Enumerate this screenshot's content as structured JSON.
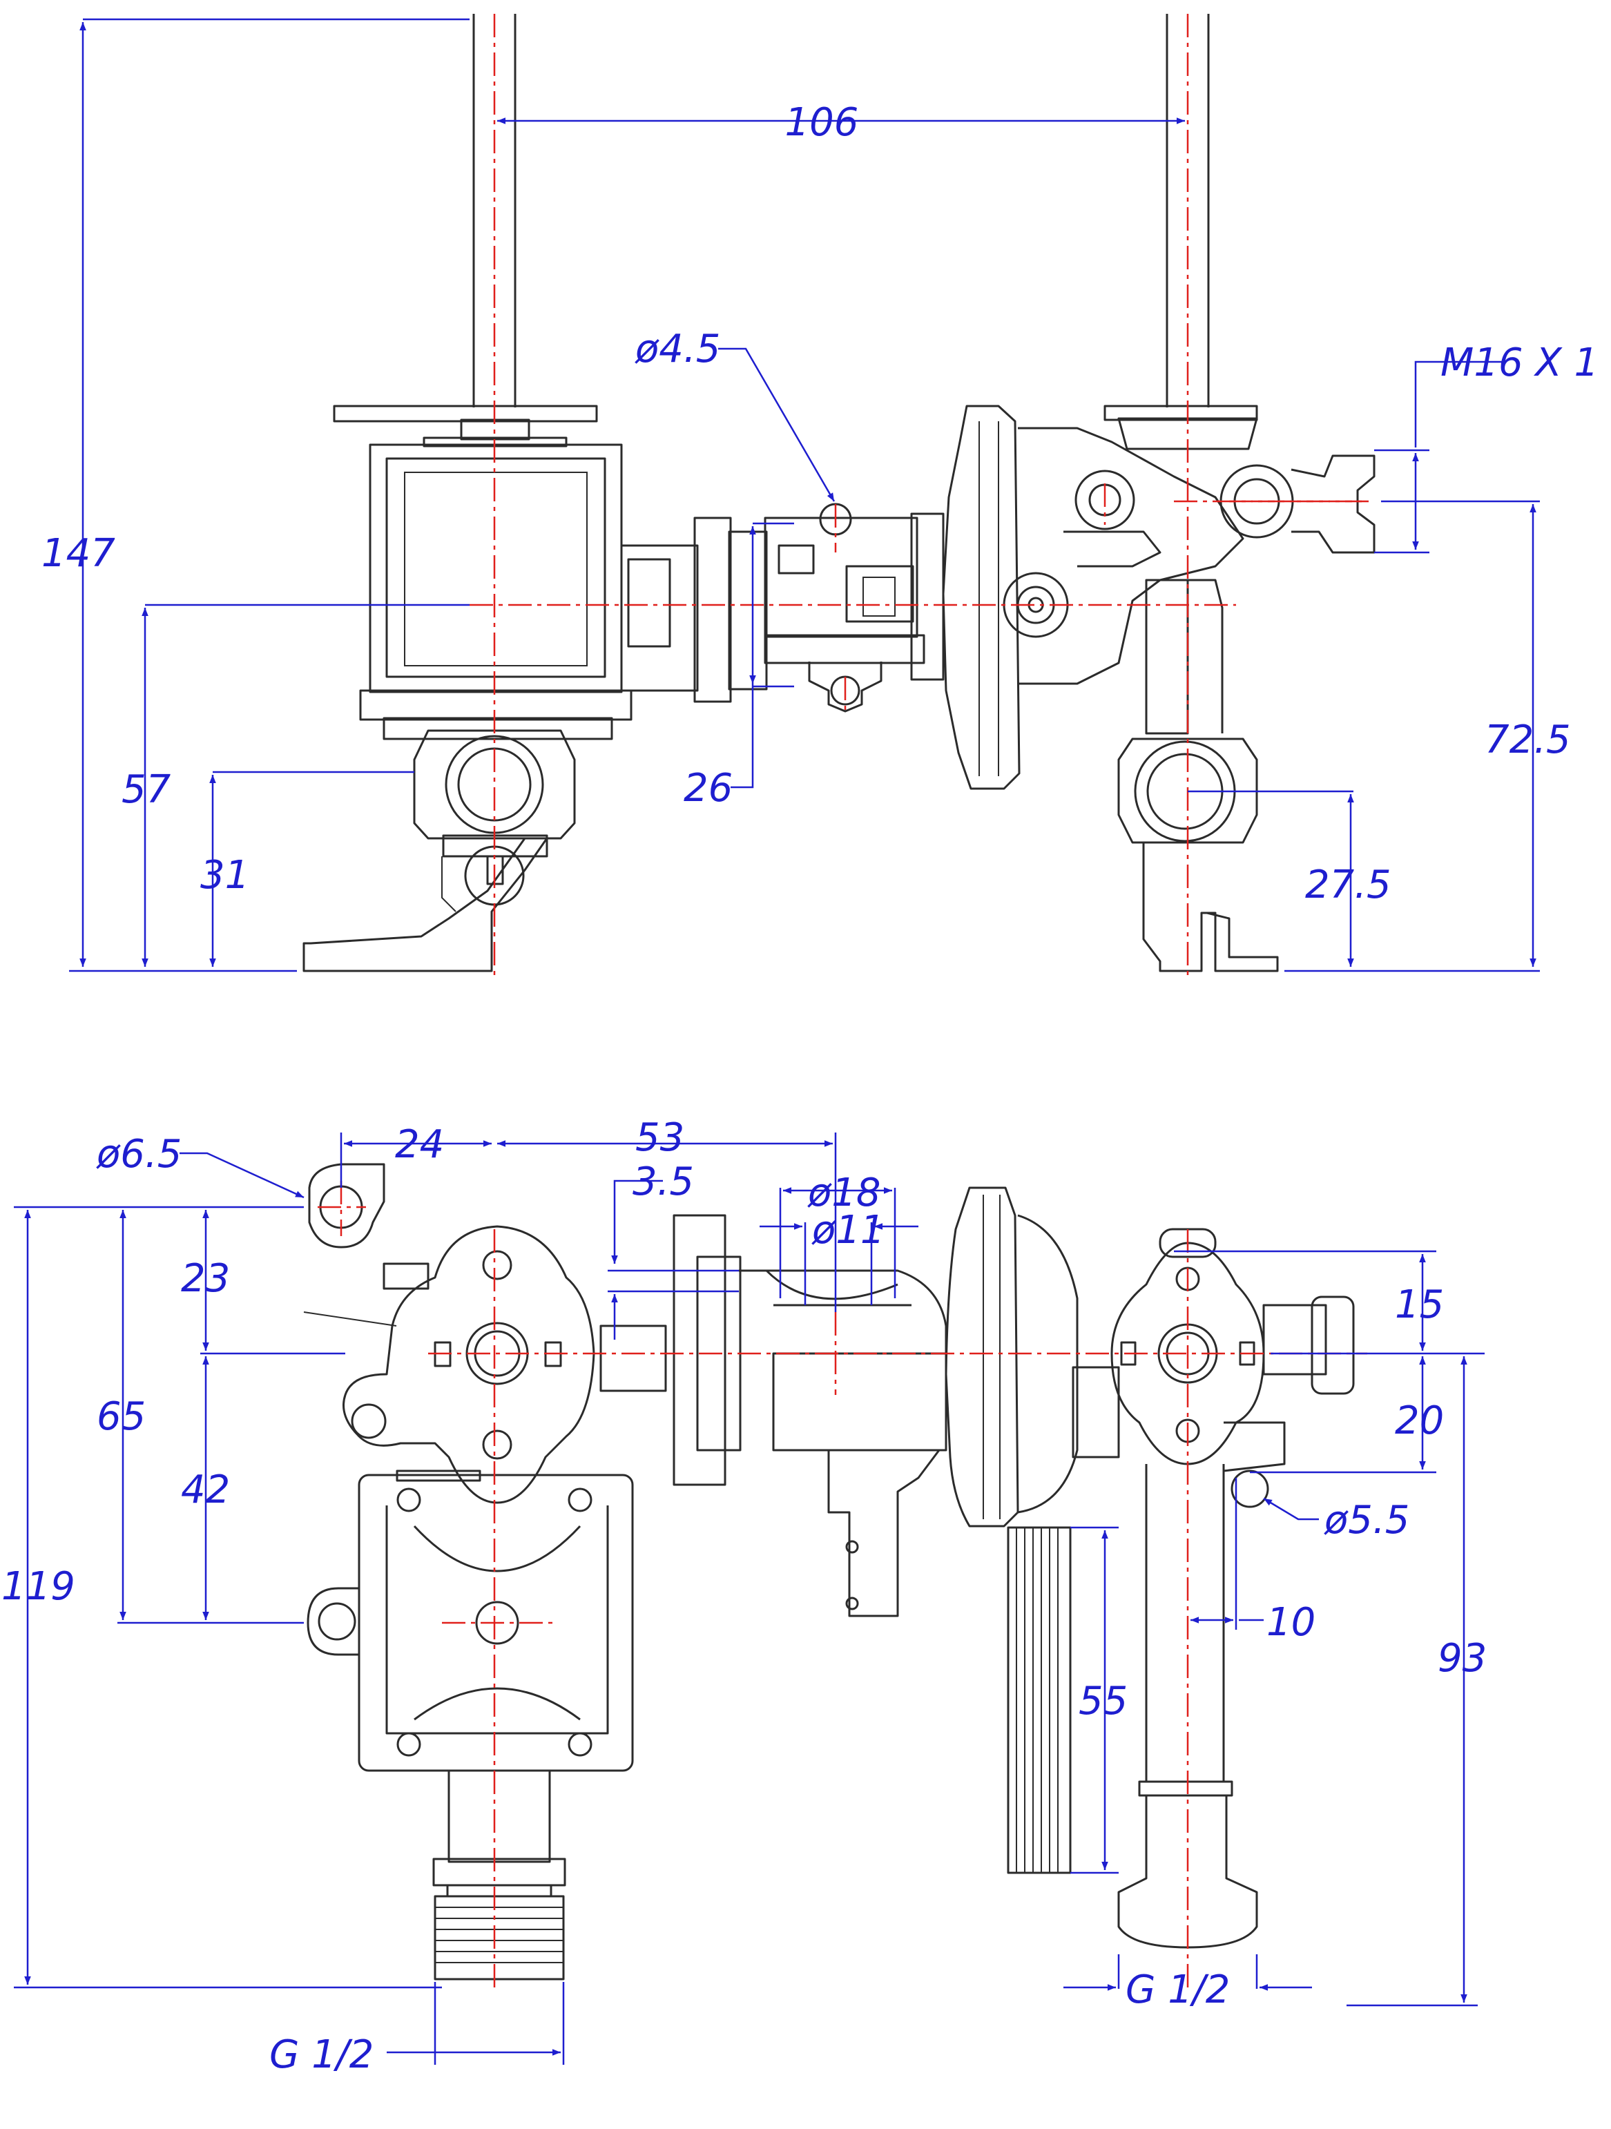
{
  "colors": {
    "part": "#2b2b2b",
    "center_line": "#e0201c",
    "dimension": "#1e1ecf"
  },
  "front_view": {
    "dim_106": "106",
    "dim_147": "147",
    "dim_57": "57",
    "dim_31": "31",
    "dim_26": "26",
    "dim_d4_5": "ø4.5",
    "dim_m16": "M16  X 1",
    "dim_72_5": "72.5",
    "dim_27_5": "27.5"
  },
  "top_view": {
    "dim_d6_5": "ø6.5",
    "dim_24": "24",
    "dim_53": "53",
    "dim_3_5": "3.5",
    "dim_d18": "ø18",
    "dim_d11": "ø11",
    "dim_23": "23",
    "dim_65": "65",
    "dim_42": "42",
    "dim_119": "119",
    "dim_15": "15",
    "dim_20": "20",
    "dim_d5_5": "ø5.5",
    "dim_10": "10",
    "dim_93": "93",
    "dim_55": "55",
    "dim_g_left": "G  1/2",
    "dim_g_right": "G  1/2"
  }
}
